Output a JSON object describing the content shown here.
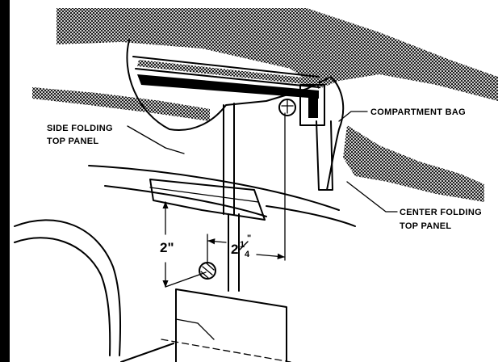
{
  "labels": {
    "compartment_bag": "COMPARTMENT BAG",
    "side_panel_line1": "SIDE FOLDING",
    "side_panel_line2": "TOP PANEL",
    "center_panel_line1": "CENTER FOLDING",
    "center_panel_line2": "TOP PANEL"
  },
  "dimensions": {
    "vertical": "2\"",
    "horizontal_whole": "2",
    "horizontal_num": "1",
    "horizontal_den": "4",
    "horizontal_inch": "\""
  },
  "colors": {
    "ink": "#000000",
    "paper": "#ffffff"
  }
}
